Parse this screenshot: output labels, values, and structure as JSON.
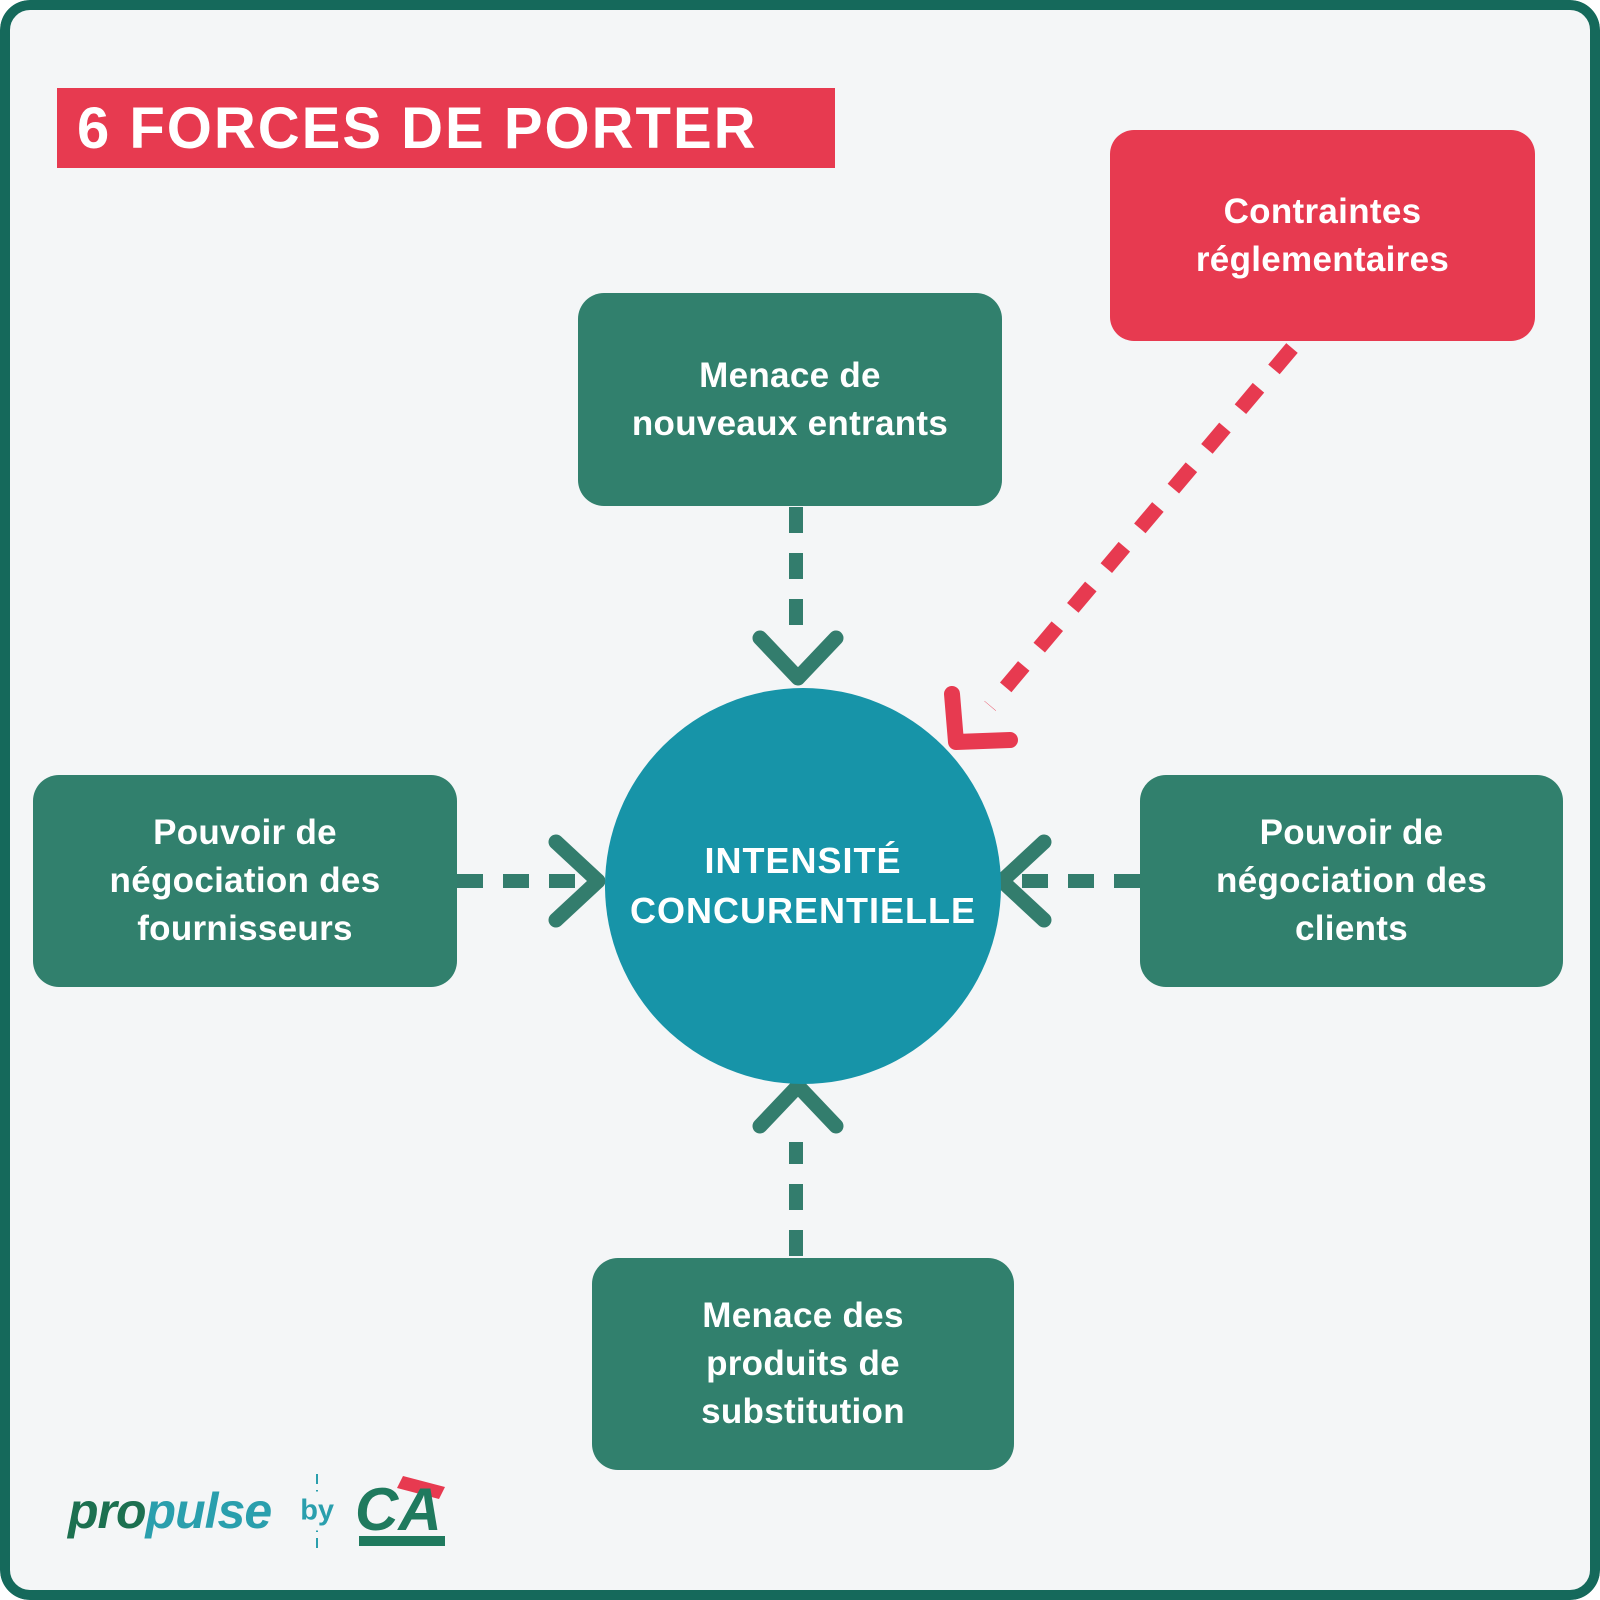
{
  "title": "6 FORCES DE PORTER",
  "center_circle": {
    "lines": [
      "INTENSITÉ",
      "CONCURENTIELLE"
    ]
  },
  "boxes": {
    "regulatory": {
      "lines": [
        "Contraintes",
        "réglementaires"
      ]
    },
    "new_entrants": {
      "lines": [
        "Menace de",
        "nouveaux entrants"
      ]
    },
    "suppliers": {
      "lines": [
        "Pouvoir de",
        "négociation des",
        "fournisseurs"
      ]
    },
    "clients": {
      "lines": [
        "Pouvoir de",
        "négociation des",
        "clients"
      ]
    },
    "substitutes": {
      "lines": [
        "Menace des",
        "produits de",
        "substitution"
      ]
    }
  },
  "logo": {
    "pro": "pro",
    "pulse": "pulse",
    "by": "by",
    "ca": "CA"
  },
  "colors": {
    "red": "#E73A50",
    "green_box": "#31806D",
    "arrow_green": "#337D6D",
    "circle_teal": "#1794A8",
    "frame_green": "#15695B",
    "background": "#F4F6F7",
    "text_white": "#FFFFFF",
    "logo_dark_green": "#1C7050",
    "logo_teal": "#2A9FAD"
  }
}
